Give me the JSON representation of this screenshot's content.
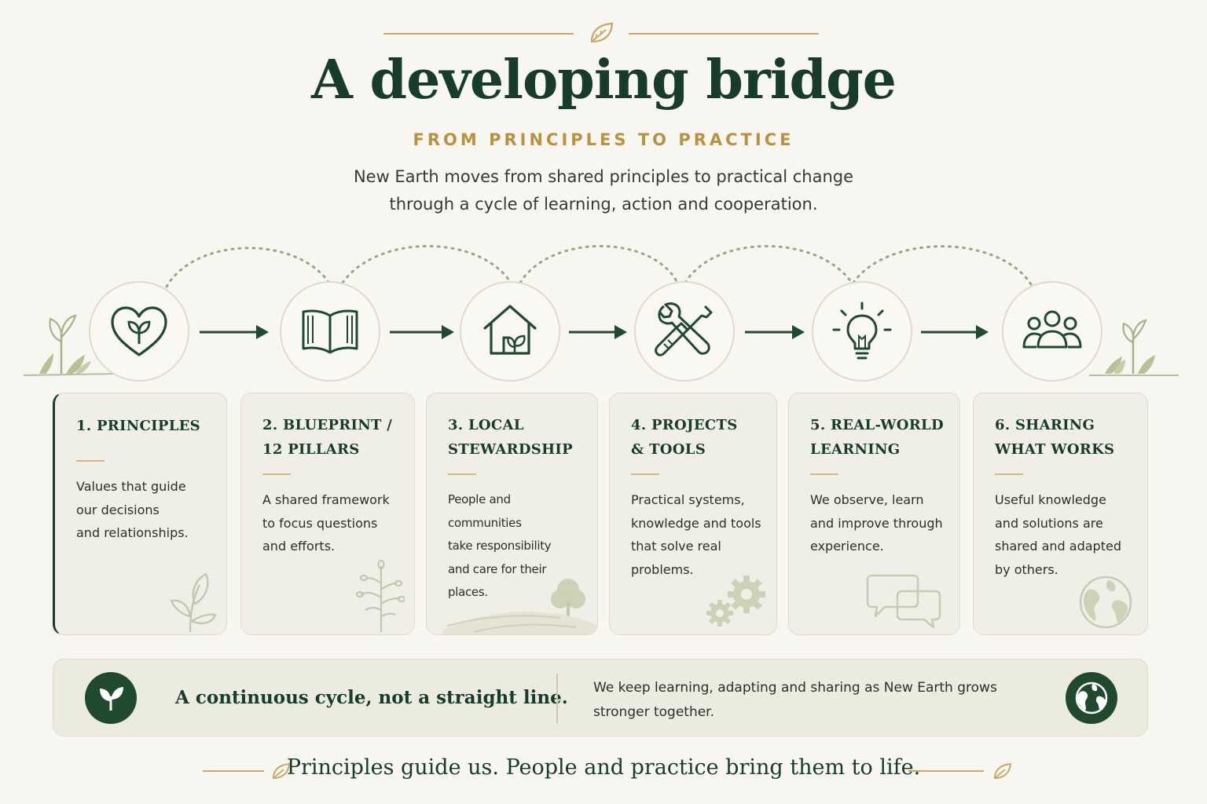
{
  "header": {
    "title": "A developing bridge",
    "subtitle": "FROM PRINCIPLES TO PRACTICE",
    "intro_line1": "New Earth moves from shared principles to practical change",
    "intro_line2": "through a cycle of learning, action and cooperation."
  },
  "steps": [
    {
      "title_line1": "1. PRINCIPLES",
      "title_line2": "",
      "lines": [
        "Values that guide",
        "our decisions",
        "and relationships."
      ],
      "icon": "heart-sprout-icon",
      "deco": "leaf-sprig-icon"
    },
    {
      "title_line1": "2. BLUEPRINT /",
      "title_line2": "12 PILLARS",
      "lines": [
        "A shared framework",
        "to focus questions",
        "and efforts."
      ],
      "icon": "open-book-icon",
      "deco": "branch-icon"
    },
    {
      "title_line1": "3. LOCAL",
      "title_line2": "STEWARDSHIP",
      "lines": [
        "People and communities",
        "take responsibility",
        "and care for their",
        "places."
      ],
      "icon": "house-leaf-icon",
      "deco": "tree-hills-icon"
    },
    {
      "title_line1": "4. PROJECTS",
      "title_line2": "& TOOLS",
      "lines": [
        "Practical systems,",
        "knowledge and tools",
        "that solve real",
        "problems."
      ],
      "icon": "wrench-screwdriver-icon",
      "deco": "gears-icon"
    },
    {
      "title_line1": "5. REAL-WORLD",
      "title_line2": "LEARNING",
      "lines": [
        "We observe, learn",
        "and improve through",
        "experience."
      ],
      "icon": "lightbulb-icon",
      "deco": "speech-bubbles-icon"
    },
    {
      "title_line1": "6. SHARING",
      "title_line2": "WHAT WORKS",
      "lines": [
        "Useful knowledge",
        "and solutions are",
        "shared and adapted",
        "by others."
      ],
      "icon": "people-group-icon",
      "deco": "globe-icon"
    }
  ],
  "banner": {
    "headline": "A continuous cycle, not a straight line.",
    "text_line1": "We keep learning, adapting and sharing as New Earth grows",
    "text_line2": "stronger together."
  },
  "footer": {
    "tagline": "Principles guide us. People and practice bring them to life."
  },
  "colors": {
    "primary": "#173d2a",
    "accent_gold": "#b8923e",
    "background": "#f8f6f1",
    "card": "#f0efe7",
    "sage": "#9aa77c"
  }
}
